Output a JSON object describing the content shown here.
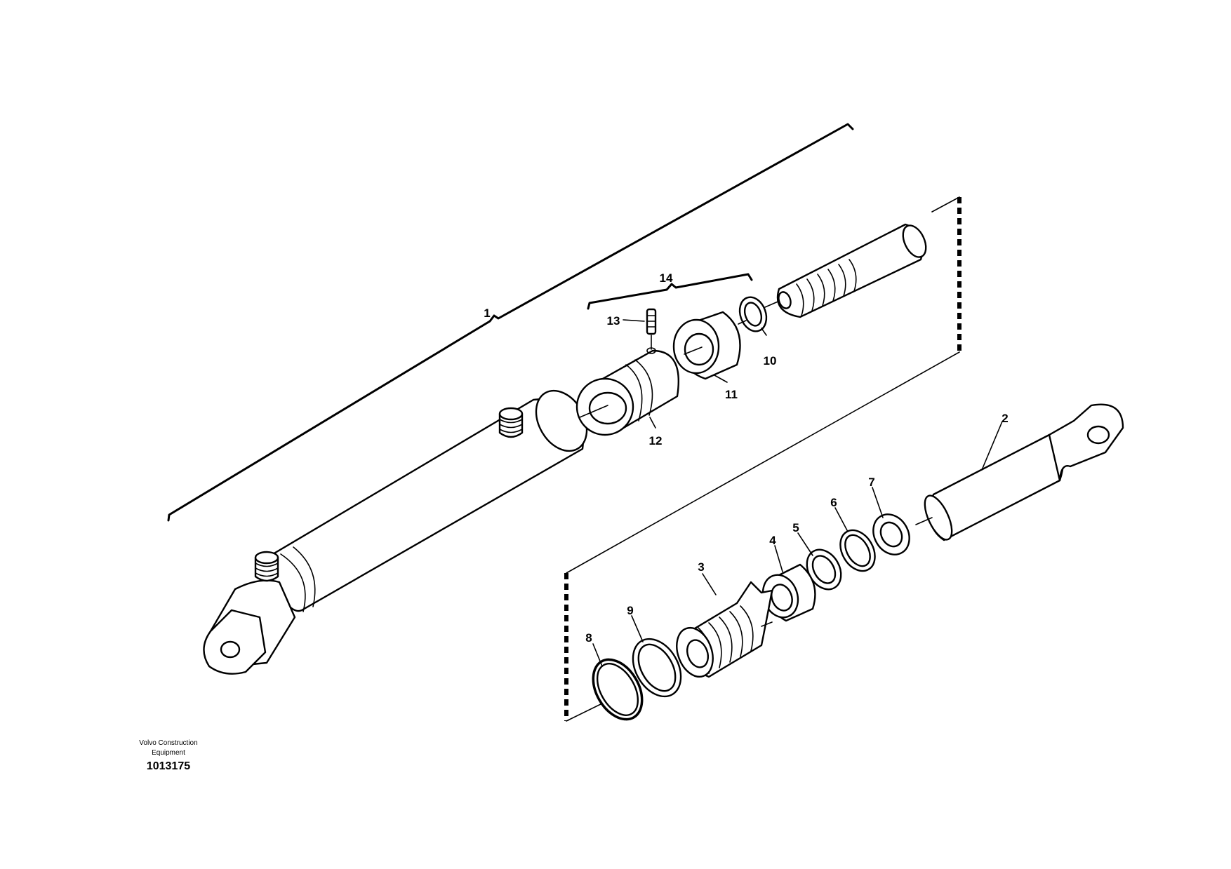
{
  "callouts": {
    "c1": "1",
    "c2": "2",
    "c3": "3",
    "c4": "4",
    "c5": "5",
    "c6": "6",
    "c7": "7",
    "c8": "8",
    "c9": "9",
    "c10": "10",
    "c11": "11",
    "c12": "12",
    "c13": "13",
    "c14": "14"
  },
  "footer": {
    "publisher_line1": "Volvo Construction",
    "publisher_line2": "Equipment",
    "drawing_number": "1013175"
  }
}
